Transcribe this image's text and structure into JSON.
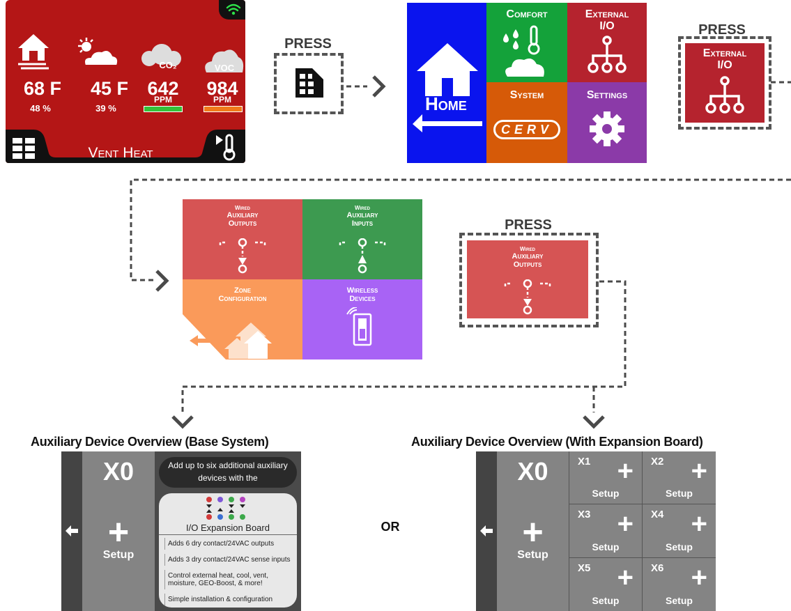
{
  "main_screen": {
    "indoor_temp": "68 F",
    "indoor_humidity": "48 %",
    "outdoor_temp": "45 F",
    "outdoor_humidity": "39 %",
    "co2_label": "CO₂",
    "co2_value": "642",
    "co2_unit": "PPM",
    "voc_label": "VOC",
    "voc_value": "984",
    "voc_unit": "PPM",
    "mode": "Vent Heat",
    "colors": {
      "background": "#b41616",
      "co2_bar": "#34c23a",
      "voc_bar": "#f07a1a"
    }
  },
  "press_1": "PRESS",
  "home_menu": {
    "comfort": "Comfort",
    "external_io": "External I/O",
    "home": "Home",
    "system": "System",
    "settings": "Settings",
    "cerv_logo": "CERV",
    "colors": {
      "home": "#0a14ee",
      "comfort": "#14a23a",
      "external_io": "#b5232e",
      "system": "#d65a08",
      "settings": "#8b3aa8"
    }
  },
  "press_2": "PRESS",
  "press_2_tile": "External I/O",
  "io_menu": {
    "wired_outputs": {
      "small": "Wired",
      "line1": "Auxiliary",
      "line2": "Outputs"
    },
    "wired_inputs": {
      "small": "Wired",
      "line1": "Auxiliary",
      "line2": "Inputs"
    },
    "zone": {
      "line1": "Zone",
      "line2": "Configuration"
    },
    "wireless": {
      "line1": "Wireless",
      "line2": "Devices"
    },
    "colors": {
      "outputs": "#d65454",
      "inputs": "#3d9a50",
      "zone": "#fa9a5a",
      "wireless": "#a863f5"
    }
  },
  "press_3": "PRESS",
  "press_3_tile": {
    "small": "Wired",
    "line1": "Auxiliary",
    "line2": "Outputs"
  },
  "base_overview": {
    "title": "Auxiliary Device Overview (Base System)",
    "slot_id": "X0",
    "setup_label": "Setup",
    "bubble_text": "Add up to six additional auxiliary devices with the",
    "board_title": "I/O Expansion Board",
    "features": [
      "Adds 6 dry contact/24VAC outputs",
      "Adds 3 dry contact/24VAC sense inputs",
      "Control external heat, cool, vent, moisture, GEO-Boost, & more!",
      "Simple installation & configuration"
    ]
  },
  "or_label": "OR",
  "expansion_overview": {
    "title": "Auxiliary Device Overview (With Expansion Board)",
    "main_slot_id": "X0",
    "main_setup_label": "Setup",
    "slots": [
      {
        "id": "X1",
        "setup": "Setup"
      },
      {
        "id": "X2",
        "setup": "Setup"
      },
      {
        "id": "X3",
        "setup": "Setup"
      },
      {
        "id": "X4",
        "setup": "Setup"
      },
      {
        "id": "X5",
        "setup": "Setup"
      },
      {
        "id": "X6",
        "setup": "Setup"
      }
    ]
  }
}
